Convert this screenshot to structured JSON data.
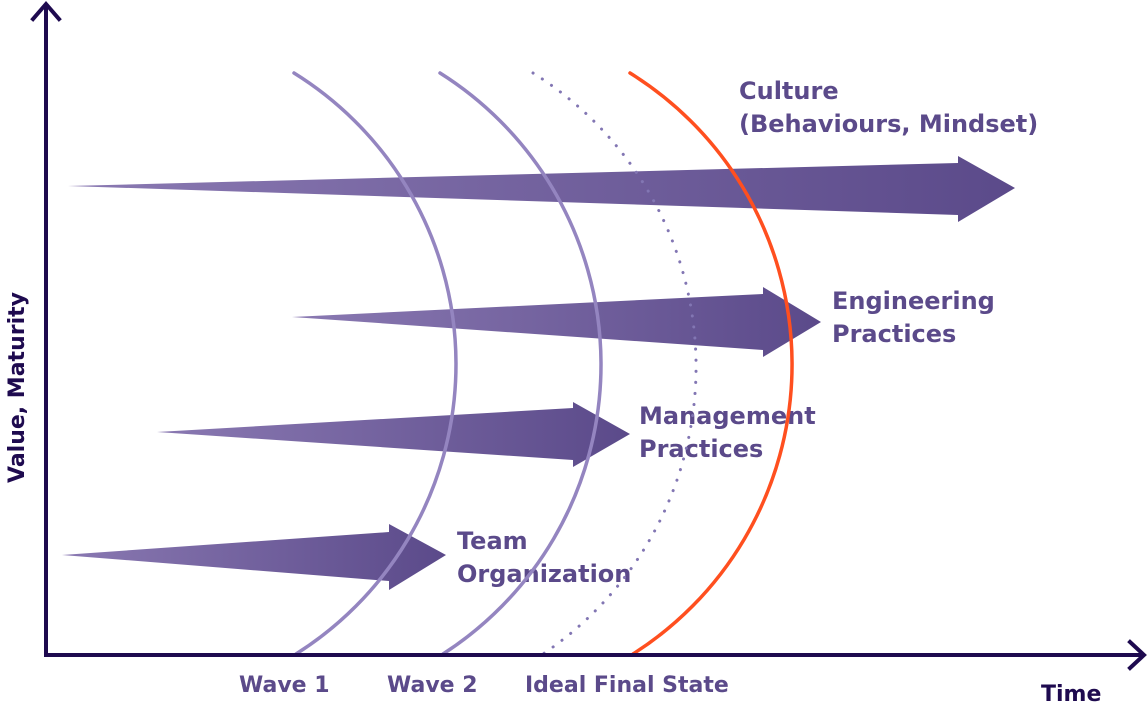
{
  "axes": {
    "y_label": "Value, Maturity",
    "x_label": "Time"
  },
  "waves": [
    {
      "id": "wave-1",
      "label": "Wave 1",
      "style": "solid",
      "color": "#9485c0"
    },
    {
      "id": "wave-2",
      "label": "Wave 2",
      "style": "solid",
      "color": "#9485c0"
    },
    {
      "id": "ideal-final-state",
      "label": "Ideal Final State",
      "style": "dotted",
      "color": "#8276b3"
    },
    {
      "id": "final",
      "label": "",
      "style": "solid",
      "color": "#ff4f1f"
    }
  ],
  "streams": [
    {
      "id": "culture",
      "lines": [
        "Culture",
        "(Behaviours, Mindset)"
      ]
    },
    {
      "id": "engineering-practices",
      "lines": [
        "Engineering",
        "Practices"
      ]
    },
    {
      "id": "management-practices",
      "lines": [
        "Management",
        "Practices"
      ]
    },
    {
      "id": "team-organization",
      "lines": [
        "Team",
        "Organization"
      ]
    }
  ],
  "colors": {
    "axis": "#1e0a4f",
    "arrow_start": "#8a79b2",
    "arrow_end": "#5b4a8a",
    "label": "#5b4a8a"
  }
}
